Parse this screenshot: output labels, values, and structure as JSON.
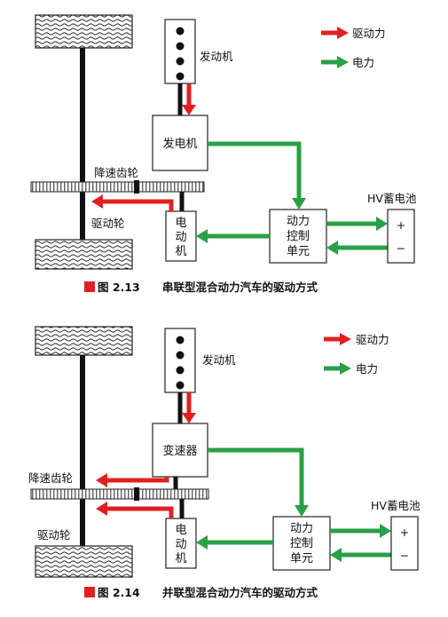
{
  "colors": {
    "drive_arrow": "#e02020",
    "electric_arrow": "#28a046",
    "caption_square": "#e02020",
    "ink": "#111111"
  },
  "figures": [
    {
      "legend": {
        "drive": "驱动力",
        "electric": "电力"
      },
      "engine_label": "发动机",
      "device": "发电机",
      "reduction_gear": "降速齿轮",
      "wheel": "驱动轮",
      "motor": [
        "电",
        "动",
        "机"
      ],
      "pcu": [
        "动力",
        "控制",
        "单元"
      ],
      "battery_label": "HV蓄电池",
      "battery_plus": "+",
      "battery_minus": "−",
      "caption_number": "图 2.13",
      "caption_text": "串联型混合动力汽车的驱动方式"
    },
    {
      "legend": {
        "drive": "驱动力",
        "electric": "电力"
      },
      "engine_label": "发动机",
      "device": "变速器",
      "reduction_gear": "降速齿轮",
      "wheel": "驱动轮",
      "motor": [
        "电",
        "动",
        "机"
      ],
      "pcu": [
        "动力",
        "控制",
        "单元"
      ],
      "battery_label": "HV蓄电池",
      "battery_plus": "+",
      "battery_minus": "−",
      "caption_number": "图 2.14",
      "caption_text": "并联型混合动力汽车的驱动方式"
    }
  ]
}
